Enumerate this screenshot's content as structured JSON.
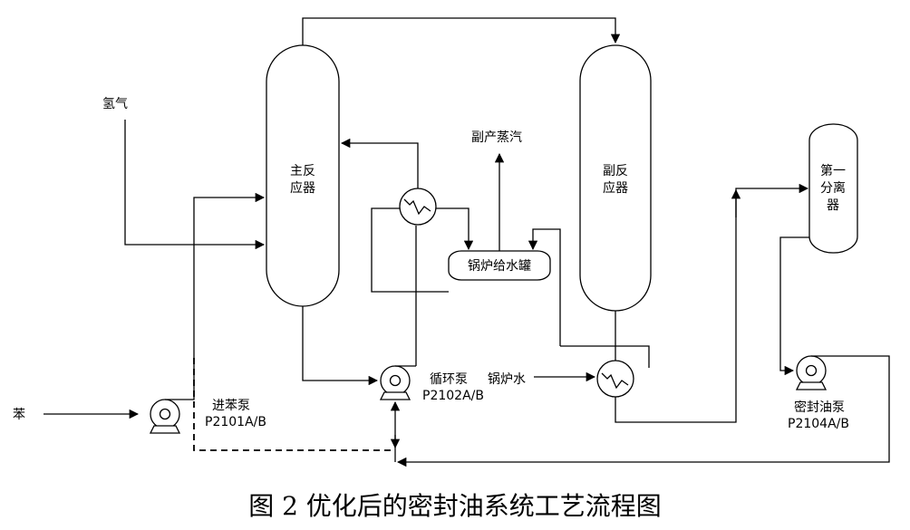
{
  "diagram": {
    "labels": {
      "hydrogen": "氢气",
      "main_reactor_1": "主反",
      "main_reactor_2": "应器",
      "byproduct_steam": "副产蒸汽",
      "side_reactor_1": "副反",
      "side_reactor_2": "应器",
      "separator_1": "第一",
      "separator_2": "分离",
      "separator_3": "器",
      "boiler_feed_tank": "锅炉给水罐",
      "benzene": "苯",
      "feed_pump": "进苯泵",
      "feed_pump_tag": "P2101A/B",
      "circ_pump": "循环泵",
      "circ_pump_tag": "P2102A/B",
      "boiler_water": "锅炉水",
      "seal_oil_pump": "密封油泵",
      "seal_oil_pump_tag": "P2104A/B"
    },
    "caption": "图 2 优化后的密封油系统工艺流程图"
  }
}
